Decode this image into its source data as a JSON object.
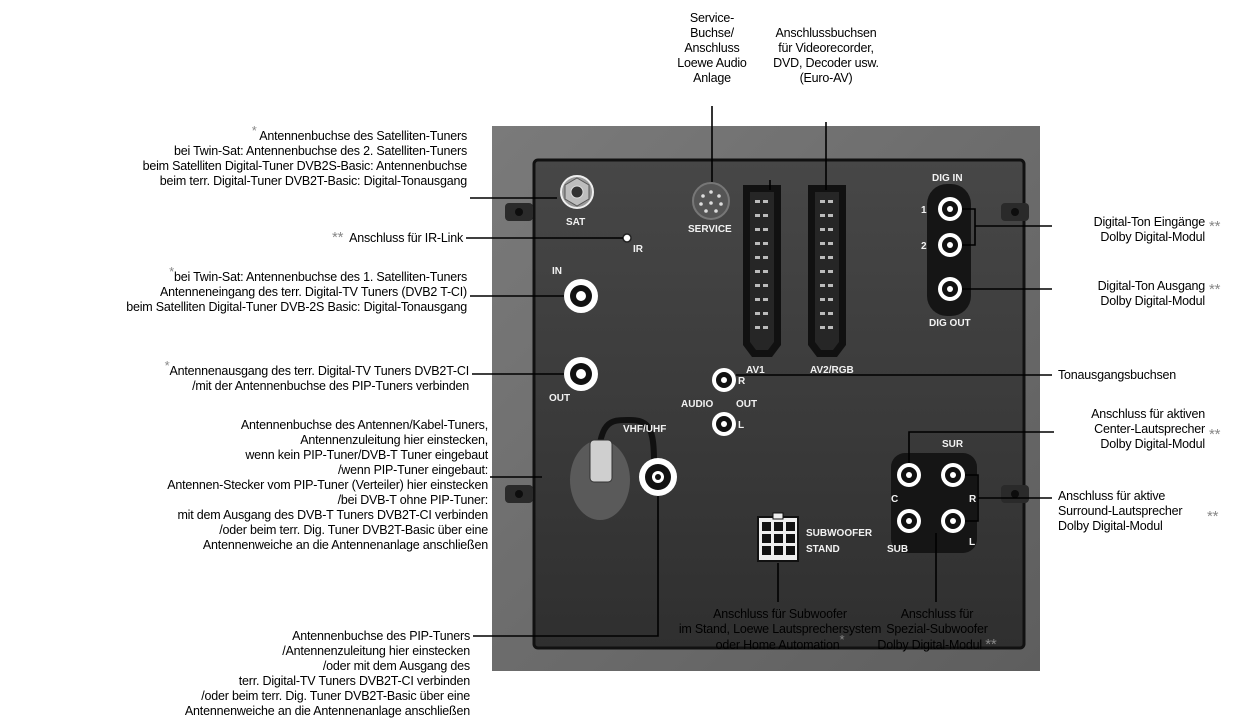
{
  "panel_labels": {
    "sat": "SAT",
    "ir": "IR",
    "in": "IN",
    "out": "OUT",
    "service": "SERVICE",
    "av1": "AV1",
    "av2": "AV2/RGB",
    "dig_in": "DIG IN",
    "dig_in_1": "1",
    "dig_in_2": "2",
    "dig_out": "DIG OUT",
    "audio": "AUDIO",
    "audio_out": "OUT",
    "audio_r": "R",
    "audio_l": "L",
    "vhf_uhf": "VHF/UHF",
    "subwoofer": "SUBWOOFER",
    "stand": "STAND",
    "sur": "SUR",
    "c": "C",
    "r": "R",
    "sub": "SUB",
    "l": "L"
  },
  "callouts": {
    "service": [
      "Service-",
      "Buchse/",
      "Anschluss",
      "Loewe Audio",
      "Anlage"
    ],
    "euro_av": [
      "Anschlussbuchsen",
      "für Videorecorder,",
      "DVD, Decoder usw.",
      "(Euro-AV)"
    ],
    "sat": {
      "marker": "*",
      "lines": [
        "Antennenbuchse des Satelliten-Tuners",
        "bei Twin-Sat: Antennenbuchse des 2. Satelliten-Tuners",
        "beim Satelliten Digital-Tuner DVB2S-Basic: Antennenbuchse",
        "beim terr. Digital-Tuner DVB2T-Basic: Digital-Tonausgang"
      ]
    },
    "ir": {
      "marker": "**",
      "text": "Anschluss für IR-Link"
    },
    "in": {
      "marker": "*",
      "lines": [
        "bei Twin-Sat: Antennenbuchse des 1. Satelliten-Tuners",
        "Antenneneingang des terr. Digital-TV Tuners (DVB2 T-CI)",
        "beim Satelliten Digital-Tuner DVB-2S Basic: Digital-Tonausgang"
      ]
    },
    "out": {
      "marker": "*",
      "lines": [
        "Antennenausgang des terr. Digital-TV Tuners DVB2T-CI",
        "/mit der Antennenbuchse des PIP-Tuners verbinden"
      ]
    },
    "vhf": [
      "Antennenbuchse des Antennen/Kabel-Tuners,",
      "Antennenzuleitung hier einstecken,",
      "wenn kein PIP-Tuner/DVB-T Tuner eingebaut",
      "/wenn PIP-Tuner eingebaut:",
      "Antennen-Stecker vom PIP-Tuner (Verteiler) hier einstecken",
      "/bei DVB-T ohne PIP-Tuner:",
      "mit dem Ausgang des DVB-T Tuners DVB2T-CI verbinden",
      "/oder beim terr. Dig. Tuner DVB2T-Basic über eine",
      "Antennenweiche an die Antennenanlage anschließen"
    ],
    "pip": [
      "Antennenbuchse des PIP-Tuners",
      "/Antennenzuleitung hier einstecken",
      "/oder mit dem Ausgang des",
      "terr. Digital-TV Tuners DVB2T-CI verbinden",
      "/oder beim terr. Dig. Tuner DVB2T-Basic über eine",
      "Antennenweiche an die Antennenanlage anschließen"
    ],
    "subwoofer": {
      "lines": [
        "Anschluss für Subwoofer",
        "im Stand, Loewe Lautsprechersystem",
        "oder Home Automation"
      ],
      "marker": "*"
    },
    "spezial_sub": {
      "lines": [
        "Anschluss für",
        "Spezial-Subwoofer",
        "Dolby Digital-Modul"
      ],
      "marker": "**"
    },
    "dig_in": {
      "lines": [
        "Digital-Ton Eingänge",
        "Dolby Digital-Modul"
      ],
      "marker": "**"
    },
    "dig_out": {
      "lines": [
        "Digital-Ton Ausgang",
        "Dolby Digital-Modul"
      ],
      "marker": "**"
    },
    "audio_out": {
      "text": "Tonausgangsbuchsen"
    },
    "center": {
      "lines": [
        "Anschluss für aktiven",
        "Center-Lautsprecher",
        "Dolby Digital-Modul"
      ],
      "marker": "**"
    },
    "surround": {
      "lines": [
        "Anschluss für aktive",
        "Surround-Lautsprecher",
        "Dolby Digital-Modul"
      ],
      "marker": "**"
    }
  },
  "colors": {
    "panel_outer": "#6e6e6e",
    "panel_inner": "#3b3b3b",
    "panel_border": "#111111",
    "label_on_panel": "#f2f2f2",
    "asterisk": "#888888"
  }
}
